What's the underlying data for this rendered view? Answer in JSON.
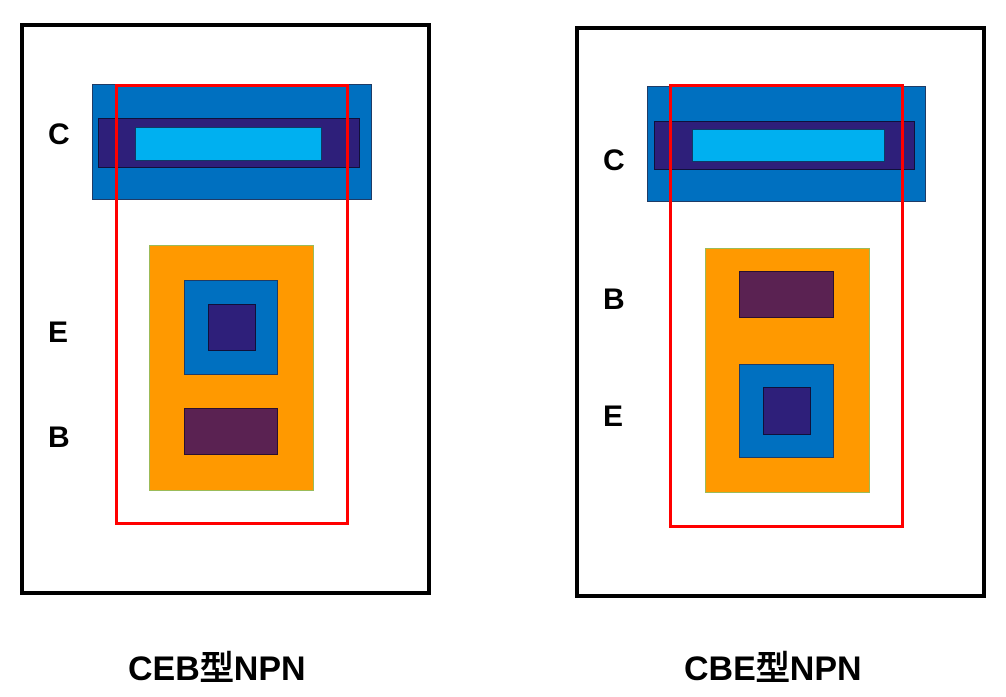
{
  "left": {
    "title": "CEB型NPN",
    "labels": {
      "c": "C",
      "e": "E",
      "b": "B"
    }
  },
  "right": {
    "title": "CBE型NPN",
    "labels": {
      "c": "C",
      "b": "B",
      "e": "E"
    }
  },
  "colors": {
    "frame": "#000000",
    "collector_outer": "#0070c0",
    "collector_inner": "#2e1f7a",
    "collector_core": "#00b0f0",
    "base_region": "#ff9900",
    "base_contact": "#5a2252",
    "emitter_outer": "#0070c0",
    "emitter_core": "#2e1f7a",
    "outline_red": "#ff0000"
  }
}
